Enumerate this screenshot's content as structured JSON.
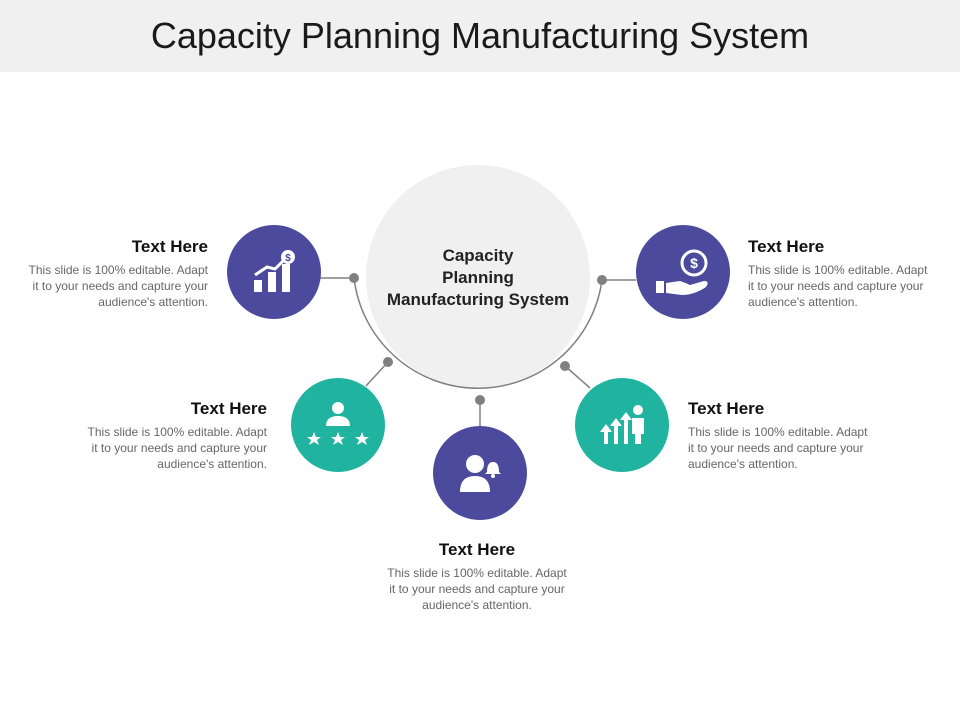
{
  "title": "Capacity Planning Manufacturing System",
  "center": {
    "line1": "Capacity",
    "line2": "Planning",
    "line3": "Manufacturing System",
    "fill": "#f0f0f0"
  },
  "colors": {
    "purple": "#4b4a9c",
    "teal": "#1fb3a0",
    "connector": "#808080"
  },
  "items": [
    {
      "heading": "Text Here",
      "line1": "This slide is 100% editable. Adapt",
      "line2": "it to your needs and capture your",
      "line3": "audience's attention.",
      "icon": "growth-chart-dollar-icon"
    },
    {
      "heading": "Text Here",
      "line1": "This slide is 100% editable. Adapt",
      "line2": "it to your needs and capture your",
      "line3": "audience's attention.",
      "icon": "employee-rating-icon"
    },
    {
      "heading": "Text Here",
      "line1": "This slide is 100% editable. Adapt",
      "line2": "it to your needs and capture your",
      "line3": "audience's attention.",
      "icon": "person-bell-icon"
    },
    {
      "heading": "Text Here",
      "line1": "This slide is 100% editable. Adapt",
      "line2": "it to your needs and capture your",
      "line3": "audience's attention.",
      "icon": "business-growth-icon"
    },
    {
      "heading": "Text Here",
      "line1": "This slide is 100% editable. Adapt",
      "line2": "it to your needs and capture your",
      "line3": "audience's attention.",
      "icon": "hand-dollar-icon"
    }
  ]
}
